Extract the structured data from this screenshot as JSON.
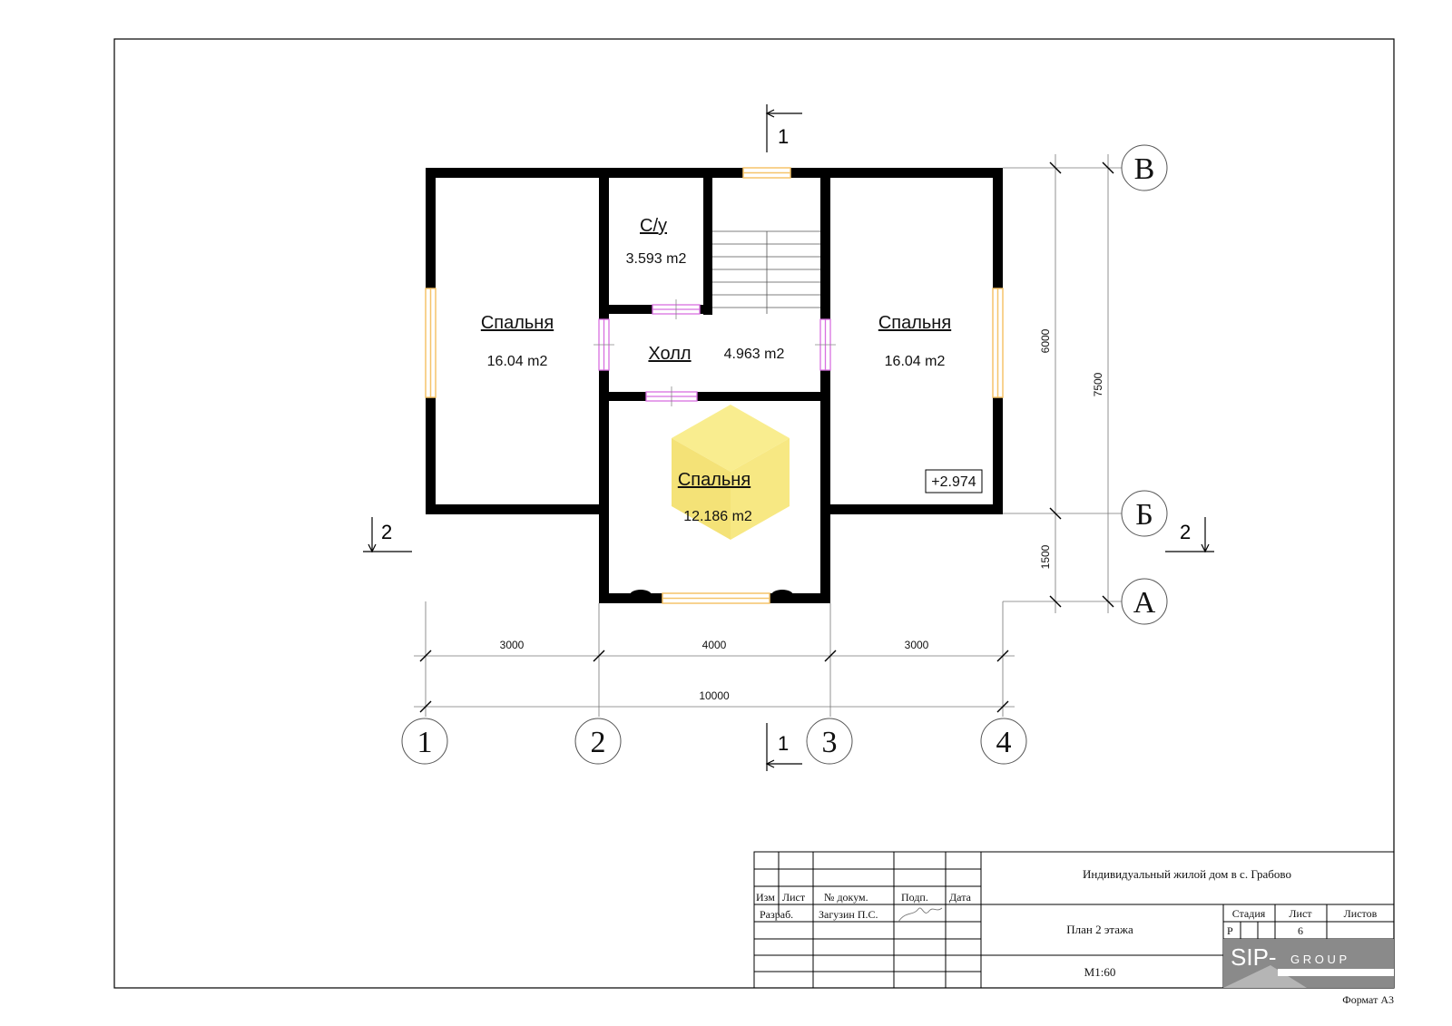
{
  "rooms": {
    "bedroom_left": {
      "name": "Спальня",
      "area": "16.04 m2"
    },
    "bathroom": {
      "name": "С/у",
      "area": "3.593 m2"
    },
    "hall": {
      "name": "Холл",
      "area": "4.963 m2"
    },
    "bedroom_right": {
      "name": "Спальня",
      "area": "16.04 m2"
    },
    "bedroom_center": {
      "name": "Спальня",
      "area": "12.186 m2"
    }
  },
  "level_mark": "+2.974",
  "section_marks": {
    "s1_top": "1",
    "s1_bottom": "1",
    "s2_left": "2",
    "s2_right": "2"
  },
  "axes": {
    "vertical": [
      "1",
      "2",
      "3",
      "4"
    ],
    "horizontal": [
      "В",
      "Б",
      "А"
    ]
  },
  "dimensions": {
    "bottom_segments": [
      "3000",
      "4000",
      "3000"
    ],
    "bottom_total": "10000",
    "right_segments": [
      "6000",
      "1500"
    ],
    "right_total": "7500"
  },
  "title_block": {
    "project": "Индивидуальный жилой дом в с. Грабово",
    "sheet_title": "План 2 этажа",
    "scale": "М1:60",
    "col_headers": [
      "Изм",
      "Лист",
      "№ докум.",
      "Подп.",
      "Дата"
    ],
    "role": "Разраб.",
    "author": "Загузин П.С.",
    "stage_header": "Стадия",
    "sheet_header": "Лист",
    "sheets_header": "Листов",
    "stage": "Р",
    "sheet_number": "6",
    "format": "Формат А3"
  },
  "logo": {
    "text_main": "SIP-",
    "text_group": "G R O U P"
  },
  "colors": {
    "wall": "#000000",
    "window": "#f5c46a",
    "door": "#d86fe0",
    "watermark": "#f7e25a"
  }
}
